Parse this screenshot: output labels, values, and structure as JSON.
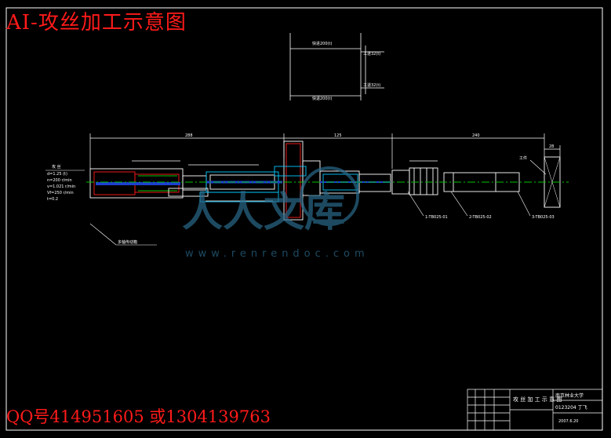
{
  "overlay": {
    "title": "AI-攻丝加工示意图",
    "contact": "QQ号414951605 或1304139763"
  },
  "watermark": {
    "brand": "人人文库",
    "url": "www.renrendoc.com"
  },
  "top_diagram": {
    "fast_top": "快进200(t)",
    "fast_bottom": "快退200(t)",
    "work_in": "工进32(t)",
    "work_back": "工退32(t)"
  },
  "dimensions": {
    "d1": "288",
    "d2": "125",
    "d3": "240",
    "d4": "28"
  },
  "left_notes": {
    "heading": "攻 丝",
    "lines": [
      "d=1.25 (t)",
      "n=200 r/min",
      "v=1.021 r/min",
      "Vf=250 r/min",
      "t=0.2"
    ],
    "leader": "多轴传动箱"
  },
  "labels": {
    "clamp": "工件",
    "part_a": "1-TB025-01",
    "part_b": "2-TB025-02",
    "part_c": "3-TB025-03"
  },
  "title_block": {
    "name": "攻 丝 加 工 示 意 图",
    "school": "南京林业大学",
    "student_id": "0123204 丁飞",
    "date": "2007.6.20"
  },
  "colors": {
    "line": "#ffffff",
    "accent": "#ff1a1a",
    "centerline": "#00c000",
    "blue": "#1d3fd0",
    "cyan": "#00c8ff",
    "watermark": "#2a6a8a"
  }
}
